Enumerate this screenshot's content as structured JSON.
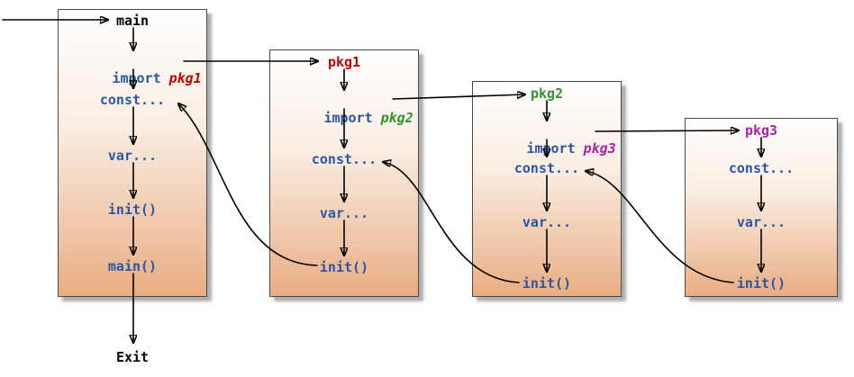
{
  "diagram": {
    "exit_label": "Exit",
    "colors": {
      "statement_text": "#2a57a5",
      "main_title": "#000000",
      "pkg1": "#c00000",
      "pkg2": "#2e9732",
      "pkg3": "#aa22aa",
      "arrow": "#000000"
    },
    "boxes": [
      {
        "id": "main",
        "title": "main",
        "title_color": "#000000",
        "import": {
          "keyword": "import",
          "pkg": "pkg1",
          "color": "#c00000"
        },
        "statements": [
          "const...",
          "var...",
          "init()",
          "main()"
        ]
      },
      {
        "id": "pkg1",
        "title": "pkg1",
        "title_color": "#c00000",
        "import": {
          "keyword": "import",
          "pkg": "pkg2",
          "color": "#2e9732"
        },
        "statements": [
          "const...",
          "var...",
          "init()"
        ]
      },
      {
        "id": "pkg2",
        "title": "pkg2",
        "title_color": "#2e9732",
        "import": {
          "keyword": "import",
          "pkg": "pkg3",
          "color": "#aa22aa"
        },
        "statements": [
          "const...",
          "var...",
          "init()"
        ]
      },
      {
        "id": "pkg3",
        "title": "pkg3",
        "title_color": "#aa22aa",
        "statements": [
          "const...",
          "var...",
          "init()"
        ]
      }
    ]
  }
}
